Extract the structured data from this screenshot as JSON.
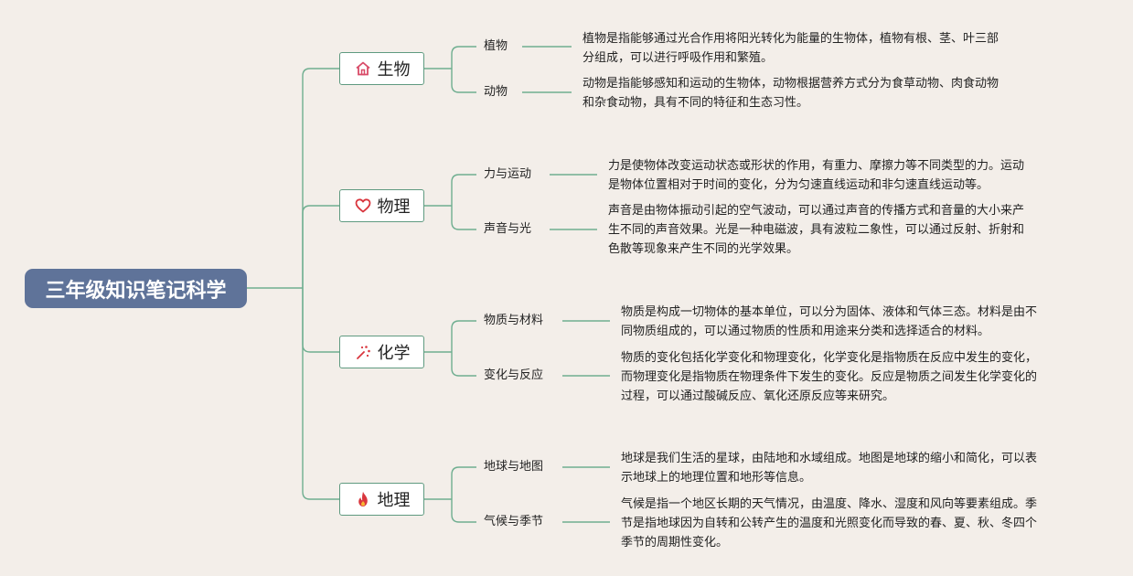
{
  "root": {
    "label": "三年级知识笔记科学"
  },
  "topics": [
    {
      "label": "生物",
      "icon": "house-icon",
      "children": [
        {
          "label": "植物",
          "lines": [
            "植物是指能够通过光合作用将阳光转化为能量的生物体，植物有根、茎、叶三部",
            "分组成，可以进行呼吸作用和繁殖。"
          ]
        },
        {
          "label": "动物",
          "lines": [
            "动物是指能够感知和运动的生物体，动物根据营养方式分为食草动物、肉食动物",
            "和杂食动物，具有不同的特征和生态习性。"
          ]
        }
      ]
    },
    {
      "label": "物理",
      "icon": "heart-icon",
      "children": [
        {
          "label": "力与运动",
          "lines": [
            "力是使物体改变运动状态或形状的作用，有重力、摩擦力等不同类型的力。运动",
            "是物体位置相对于时间的变化，分为匀速直线运动和非匀速直线运动等。"
          ]
        },
        {
          "label": "声音与光",
          "lines": [
            "声音是由物体振动引起的空气波动，可以通过声音的传播方式和音量的大小来产",
            "生不同的声音效果。光是一种电磁波，具有波粒二象性，可以通过反射、折射和",
            "色散等现象来产生不同的光学效果。"
          ]
        }
      ]
    },
    {
      "label": "化学",
      "icon": "sparkle-icon",
      "children": [
        {
          "label": "物质与材料",
          "lines": [
            "物质是构成一切物体的基本单位，可以分为固体、液体和气体三态。材料是由不",
            "同物质组成的，可以通过物质的性质和用途来分类和选择适合的材料。"
          ]
        },
        {
          "label": "变化与反应",
          "lines": [
            "物质的变化包括化学变化和物理变化，化学变化是指物质在反应中发生的变化，",
            "而物理变化是指物质在物理条件下发生的变化。反应是物质之间发生化学变化的",
            "过程，可以通过酸碱反应、氧化还原反应等来研究。"
          ]
        }
      ]
    },
    {
      "label": "地理",
      "icon": "flame-icon",
      "children": [
        {
          "label": "地球与地图",
          "lines": [
            "地球是我们生活的星球，由陆地和水域组成。地图是地球的缩小和简化，可以表",
            "示地球上的地理位置和地形等信息。"
          ]
        },
        {
          "label": "气候与季节",
          "lines": [
            "气候是指一个地区长期的天气情况，由温度、降水、湿度和风向等要素组成。季",
            "节是指地球因为自转和公转产生的温度和光照变化而导致的春、夏、秋、冬四个",
            "季节的周期性变化。"
          ]
        }
      ]
    }
  ],
  "colors": {
    "background": "#f3eee9",
    "root_fill": "#5f7399",
    "connector": "#6fae90",
    "icon_red": "#d9363e",
    "icon_pink": "#d94b68"
  }
}
